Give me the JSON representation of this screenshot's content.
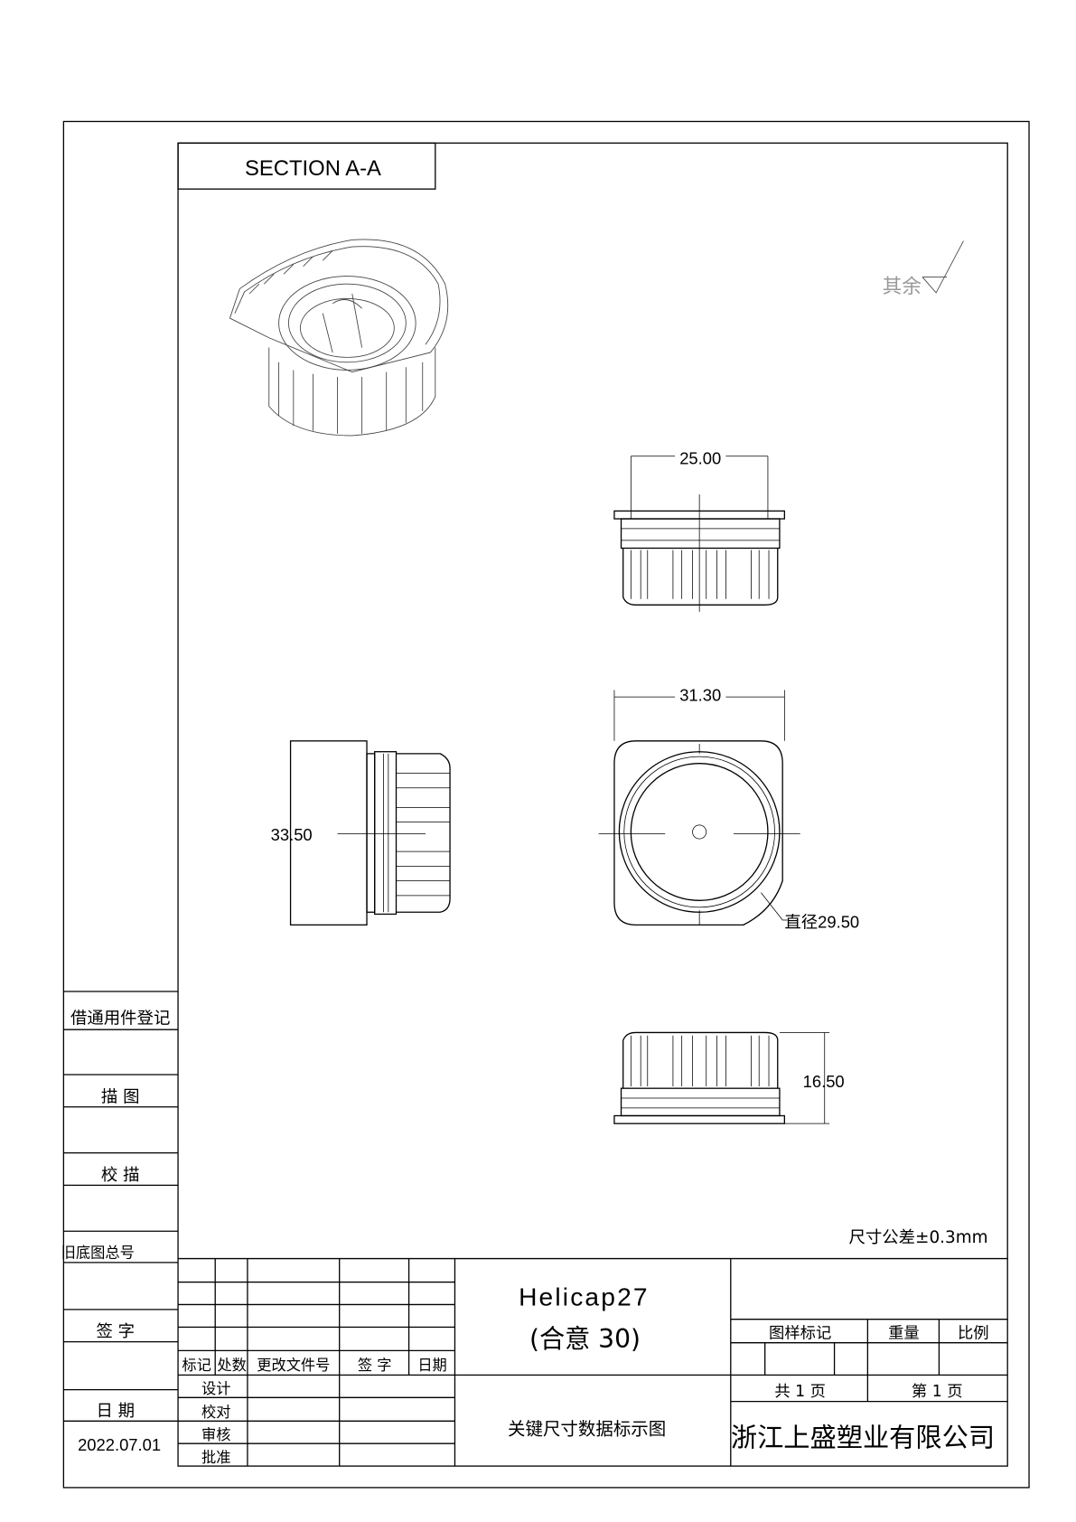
{
  "section_label": "SECTION A-A",
  "surface_note": "其余",
  "dimensions": {
    "top_width": "25.00",
    "square_width": "31.30",
    "side_height": "33.50",
    "diameter": "直径29.50",
    "bottom_height": "16.50"
  },
  "tolerance_note": "尺寸公差±0.3mm",
  "left_column": {
    "borrowed_parts": "借通用件登记",
    "tracing": "描  图",
    "check_tracing": "校  描",
    "old_drawing_no": "旧底图总号",
    "signature": "签  字",
    "date_label": "日  期",
    "date_value": "2022.07.01"
  },
  "revision_table": {
    "headers": [
      "标记",
      "处数",
      "更改文件号",
      "签  字",
      "日期"
    ],
    "roles": [
      "设计",
      "校对",
      "审核",
      "批准"
    ]
  },
  "title_block": {
    "part_name": "Helicap27",
    "part_variant": "(合意 30)",
    "drawing_title": "关键尺寸数据标示图",
    "sample_mark": "图样标记",
    "weight": "重量",
    "scale": "比例",
    "total_pages": "共 1 页",
    "page_no": "第 1 页",
    "company": "浙江上盛塑业有限公司"
  }
}
